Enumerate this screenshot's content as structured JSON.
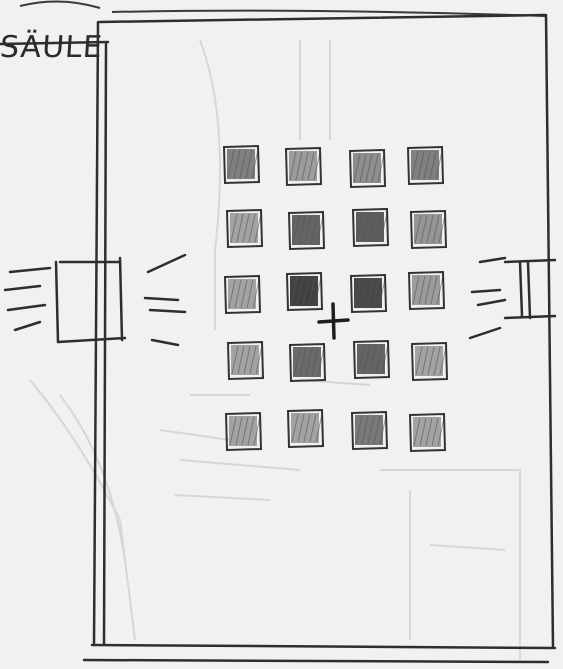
{
  "sketch": {
    "label": "SÄULE",
    "ink_color": "#333333",
    "paper_color": "#f1f1ef",
    "ghost_color": "#c9cdd2"
  },
  "grid": {
    "rows": 5,
    "columns": 4,
    "shading": [
      [
        0.55,
        0.35,
        0.45,
        0.55
      ],
      [
        0.3,
        0.75,
        0.8,
        0.4
      ],
      [
        0.3,
        1.0,
        0.95,
        0.35
      ],
      [
        0.3,
        0.7,
        0.75,
        0.3
      ],
      [
        0.3,
        0.3,
        0.6,
        0.3
      ]
    ]
  },
  "center_marker": "+"
}
